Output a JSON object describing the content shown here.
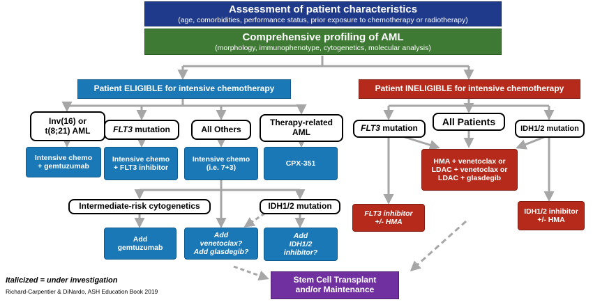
{
  "assessment": {
    "title": "Assessment of patient characteristics",
    "subtitle": "(age, comorbidities, performance status, prior exposure to chemotherapy or radiotherapy)"
  },
  "profiling": {
    "title": "Comprehensive profiling of AML",
    "subtitle": "(morphology, immunophenotype, cytogenetics, molecular analysis)"
  },
  "eligible": {
    "header": "Patient ELIGIBLE for intensive chemotherapy",
    "groups": {
      "inv16_l1": "Inv(16) or",
      "inv16_l2": "t(8;21) AML",
      "flt3_gene": "FLT3",
      "flt3_rest": " mutation",
      "others": "All Others",
      "therapy_l1": "Therapy-related",
      "therapy_l2": "AML"
    },
    "treatments": {
      "gemtuzumab_l1": "Intensive chemo",
      "gemtuzumab_l2": "+ gemtuzumab",
      "flt3_l1": "Intensive chemo",
      "flt3_l2": "+ FLT3 inhibitor",
      "chemo_l1": "Intensive chemo",
      "chemo_l2": "(i.e. 7+3)",
      "cpx": "CPX-351"
    },
    "intermediate": "Intermediate-risk cytogenetics",
    "idh": "IDH1/2 mutation",
    "add_gem_l1": "Add",
    "add_gem_l2": "gemtuzumab",
    "add_ven_l1": "Add",
    "add_ven_l2": "venetoclax?",
    "add_ven_l3": "Add glasdegib?",
    "add_idh_l1": "Add",
    "add_idh_l2": "IDH1/2",
    "add_idh_l3": "inhibitor?"
  },
  "ineligible": {
    "header": "Patient INELIGIBLE for intensive chemotherapy",
    "flt3_gene": "FLT3",
    "flt3_rest": " mutation",
    "all": "All Patients",
    "idh": "IDH1/2 mutation",
    "hma_l1": "HMA + venetoclax or",
    "hma_l2": "LDAC + venetoclax or",
    "hma_l3": "LDAC + glasdegib",
    "flt3inh_l1": "FLT3 inhibitor",
    "flt3inh_l2": "+/- HMA",
    "idhinh_l1": "IDH1/2 inhibitor",
    "idhinh_l2": "+/- HMA"
  },
  "transplant": {
    "l1": "Stem Cell Transplant",
    "l2": "and/or Maintenance"
  },
  "footer": {
    "legend": "Italicized = under investigation",
    "citation": "Richard-Carpentier & DiNardo, ASH Education Book 2019"
  },
  "colors": {
    "navy": "#1f3a8a",
    "green": "#3e7a34",
    "blue": "#1b78b6",
    "red": "#b52a1a",
    "purple": "#7030a0",
    "arrow": "#a6a6a6"
  }
}
